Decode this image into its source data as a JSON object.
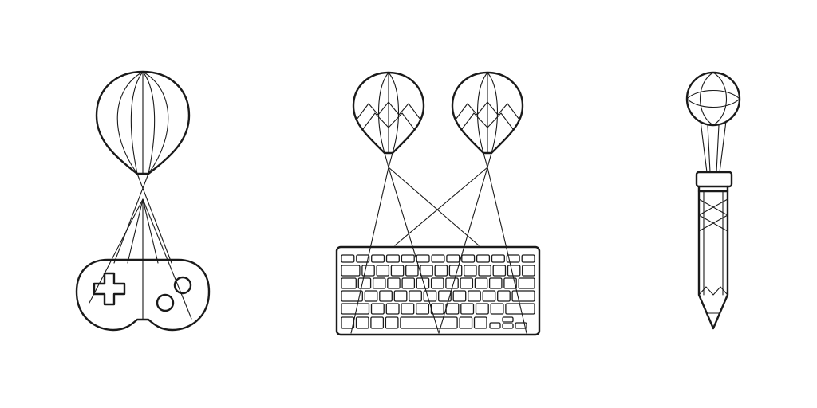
{
  "scene": {
    "background": "#ffffff",
    "stroke": "#1a1a1a",
    "style": "monochrome line-art illustration",
    "items": [
      {
        "name": "gamepad-balloon-illustration",
        "icon": "balloon-carrying-gamepad-icon"
      },
      {
        "name": "keyboard-balloons-illustration",
        "icon": "two-balloons-carrying-keyboard-icon"
      },
      {
        "name": "pencil-balloon-illustration",
        "icon": "balloon-carrying-pencil-icon"
      }
    ]
  }
}
